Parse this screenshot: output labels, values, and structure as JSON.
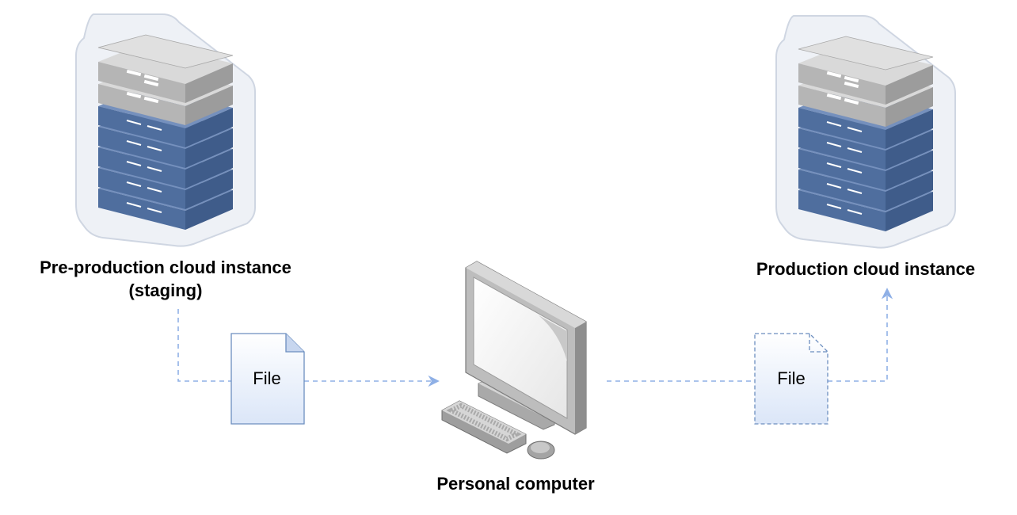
{
  "nodes": {
    "staging": {
      "label_line1": "Pre-production cloud instance",
      "label_line2": "(staging)"
    },
    "production": {
      "label": "Production cloud instance"
    },
    "computer": {
      "label": "Personal computer"
    }
  },
  "files": {
    "file_in": {
      "label": "File",
      "border_style": "solid"
    },
    "file_out": {
      "label": "File",
      "border_style": "dashed"
    }
  },
  "edges": [
    {
      "from": "staging",
      "to": "computer",
      "style": "dashed",
      "via": "file_in"
    },
    {
      "from": "computer",
      "to": "production",
      "style": "dashed",
      "via": "file_out"
    }
  ],
  "colors": {
    "edge": "#8fb0e6",
    "server_gray": "#b5b5b5",
    "server_blue": "#4f6e9e",
    "hex_bg": "#eef1f6",
    "file_fill_top": "#ffffff",
    "file_fill_bottom": "#dbe6f8",
    "file_border": "#6c8ebf"
  }
}
